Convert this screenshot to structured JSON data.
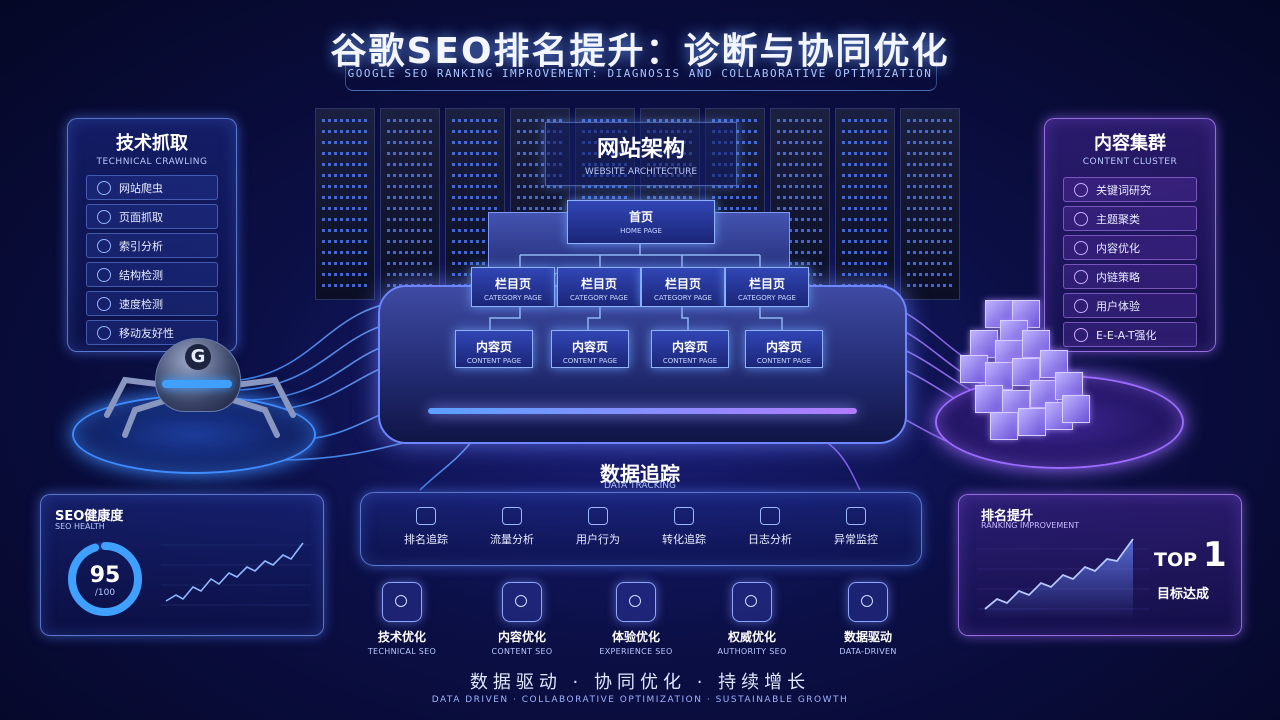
{
  "header": {
    "title": "谷歌SEO排名提升：诊断与协同优化",
    "subtitle": "GOOGLE SEO RANKING IMPROVEMENT: DIAGNOSIS AND COLLABORATIVE OPTIMIZATION"
  },
  "technical_crawling": {
    "title": "技术抓取",
    "subtitle": "TECHNICAL CRAWLING",
    "items": [
      {
        "label": "网站爬虫",
        "icon": "spider-icon"
      },
      {
        "label": "页面抓取",
        "icon": "target-icon"
      },
      {
        "label": "索引分析",
        "icon": "index-icon"
      },
      {
        "label": "结构检测",
        "icon": "structure-icon"
      },
      {
        "label": "速度检测",
        "icon": "speed-icon"
      },
      {
        "label": "移动友好性",
        "icon": "mobile-icon"
      }
    ]
  },
  "content_cluster": {
    "title": "内容集群",
    "subtitle": "CONTENT CLUSTER",
    "items": [
      {
        "label": "关键词研究",
        "icon": "keyword-icon"
      },
      {
        "label": "主题聚类",
        "icon": "cluster-icon"
      },
      {
        "label": "内容优化",
        "icon": "optimize-icon"
      },
      {
        "label": "内链策略",
        "icon": "link-icon"
      },
      {
        "label": "用户体验",
        "icon": "ux-icon"
      },
      {
        "label": "E-E-A-T强化",
        "icon": "eeat-icon"
      }
    ]
  },
  "architecture": {
    "title": "网站架构",
    "subtitle": "WEBSITE ARCHITECTURE",
    "home": {
      "label": "首页",
      "sub": "HOME PAGE"
    },
    "category": {
      "label": "栏目页",
      "sub": "CATEGORY PAGE"
    },
    "content": {
      "label": "内容页",
      "sub": "CONTENT PAGE"
    }
  },
  "data_tracking": {
    "title": "数据追踪",
    "subtitle": "DATA TRACKING",
    "items": [
      "排名追踪",
      "流量分析",
      "用户行为",
      "转化追踪",
      "日志分析",
      "异常监控"
    ]
  },
  "bottom_nav": [
    {
      "label": "技术优化",
      "sub": "TECHNICAL SEO",
      "icon": "tech-seo-icon"
    },
    {
      "label": "内容优化",
      "sub": "CONTENT SEO",
      "icon": "content-seo-icon"
    },
    {
      "label": "体验优化",
      "sub": "EXPERIENCE SEO",
      "icon": "experience-seo-icon"
    },
    {
      "label": "权威优化",
      "sub": "AUTHORITY SEO",
      "icon": "authority-seo-icon"
    },
    {
      "label": "数据驱动",
      "sub": "DATA-DRIVEN",
      "icon": "data-driven-icon"
    }
  ],
  "seo_health": {
    "title": "SEO健康度",
    "subtitle": "SEO HEALTH",
    "score": "95",
    "max": "/100",
    "score_fraction": 0.95
  },
  "ranking": {
    "title": "排名提升",
    "subtitle": "RANKING IMPROVEMENT",
    "top_label": "TOP",
    "top_value": "1",
    "goal": "目标达成"
  },
  "slogan": {
    "main": "数据驱动 · 协同优化 · 持续增长",
    "sub": "DATA DRIVEN · COLLABORATIVE OPTIMIZATION · SUSTAINABLE GROWTH"
  },
  "colors": {
    "blue_accent": "#3f8cff",
    "purple_accent": "#9b6bff",
    "background": "#0b0f45"
  }
}
